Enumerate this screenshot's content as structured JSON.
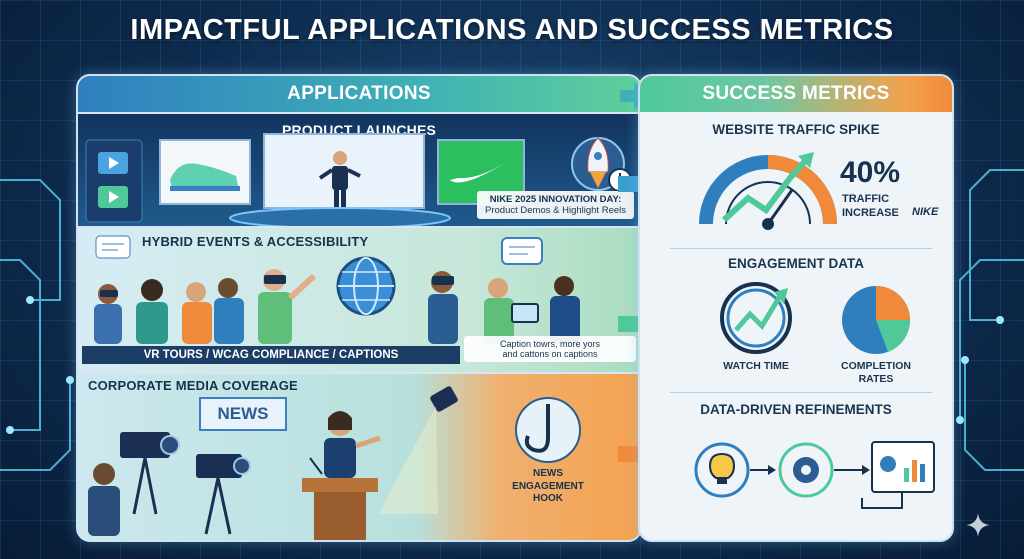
{
  "title": "IMPACTFUL APPLICATIONS AND SUCCESS METRICS",
  "applications": {
    "header": "APPLICATIONS",
    "product_launches": {
      "title": "PRODUCT LAUNCHES",
      "caption_line1": "NIKE 2025 INNOVATION DAY:",
      "caption_line2": "Product Demos & Highlight Reels"
    },
    "hybrid_events": {
      "title": "HYBRID EVENTS & ACCESSIBILITY",
      "caption": "VR TOURS / WCAG COMPLIANCE / CAPTIONS",
      "side_caption_line1": "Caption towrs, more yors",
      "side_caption_line2": "and cattons on captions"
    },
    "media_coverage": {
      "title": "CORPORATE MEDIA COVERAGE",
      "news_sign": "NEWS",
      "hook_line1": "NEWS",
      "hook_line2": "ENGAGEMENT",
      "hook_line3": "HOOK"
    }
  },
  "metrics": {
    "header": "SUCCESS METRICS",
    "traffic": {
      "title": "WEBSITE TRAFFIC SPIKE",
      "value": "40%",
      "label_line1": "TRAFFIC",
      "label_line2": "INCREASE",
      "brand": "NIKE"
    },
    "engagement": {
      "title": "ENGAGEMENT DATA",
      "watch_time": "WATCH TIME",
      "completion_line1": "COMPLETION",
      "completion_line2": "RATES"
    },
    "refinements": {
      "title": "DATA-DRIVEN REFINEMENTS"
    }
  },
  "colors": {
    "navy": "#17324f",
    "accent_blue": "#2f7fbf",
    "accent_green": "#4fc89a",
    "accent_orange": "#f08a3a"
  }
}
